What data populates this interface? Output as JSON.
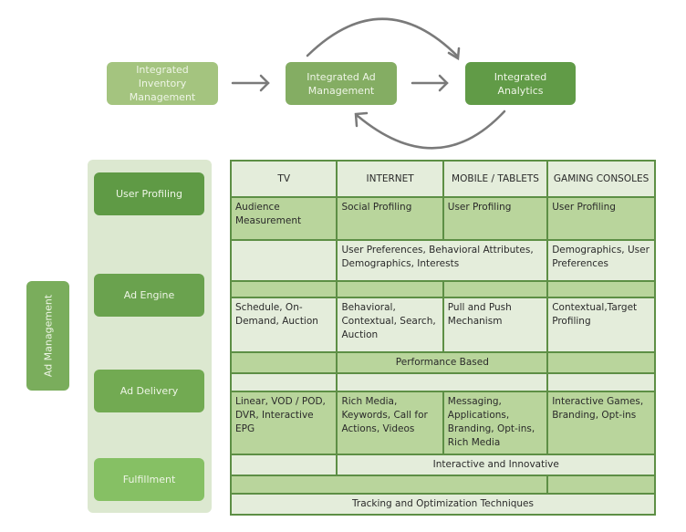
{
  "top_flow": {
    "inventory": "Integrated Inventory Management",
    "ad_management": "Integrated Ad Management",
    "analytics": "Integrated Analytics"
  },
  "side_label": "Ad Management",
  "steps": [
    "User Profiling",
    "Ad Engine",
    "Ad Delivery",
    "Fulfillment"
  ],
  "table": {
    "headers": [
      "TV",
      "INTERNET",
      "MOBILE / TABLETS",
      "GAMING CONSOLES"
    ],
    "profiling_row": [
      "Audience Measurement",
      "Social Profiling",
      "User Profiling",
      "User Profiling"
    ],
    "attributes_row": {
      "span_internet_mobile": "User Preferences, Behavioral Attributes, Demographics, Interests",
      "gaming": "Demographics, User Preferences"
    },
    "engine_row": [
      "Schedule, On-Demand, Auction",
      "Behavioral, Contextual, Search, Auction",
      "Pull and Push Mechanism",
      "Contextual,Target Profiling"
    ],
    "engine_summary": "Performance Based",
    "delivery_row": [
      "Linear, VOD / POD, DVR, Interactive EPG",
      "Rich Media, Keywords, Call for Actions, Videos",
      "Messaging, Applications, Branding, Opt-ins, Rich Media",
      "Interactive Games, Branding, Opt-ins"
    ],
    "delivery_summary": "Interactive and Innovative",
    "fulfillment_summary": "Tracking and Optimization Techniques"
  },
  "colors": {
    "inventory": "#a4c47f",
    "ad_management": "#84ad63",
    "analytics": "#619b47",
    "table_border": "#5d8f45",
    "cell_light": "#e4eddb",
    "cell_dark": "#b9d59c",
    "panel": "#dce8d0"
  }
}
